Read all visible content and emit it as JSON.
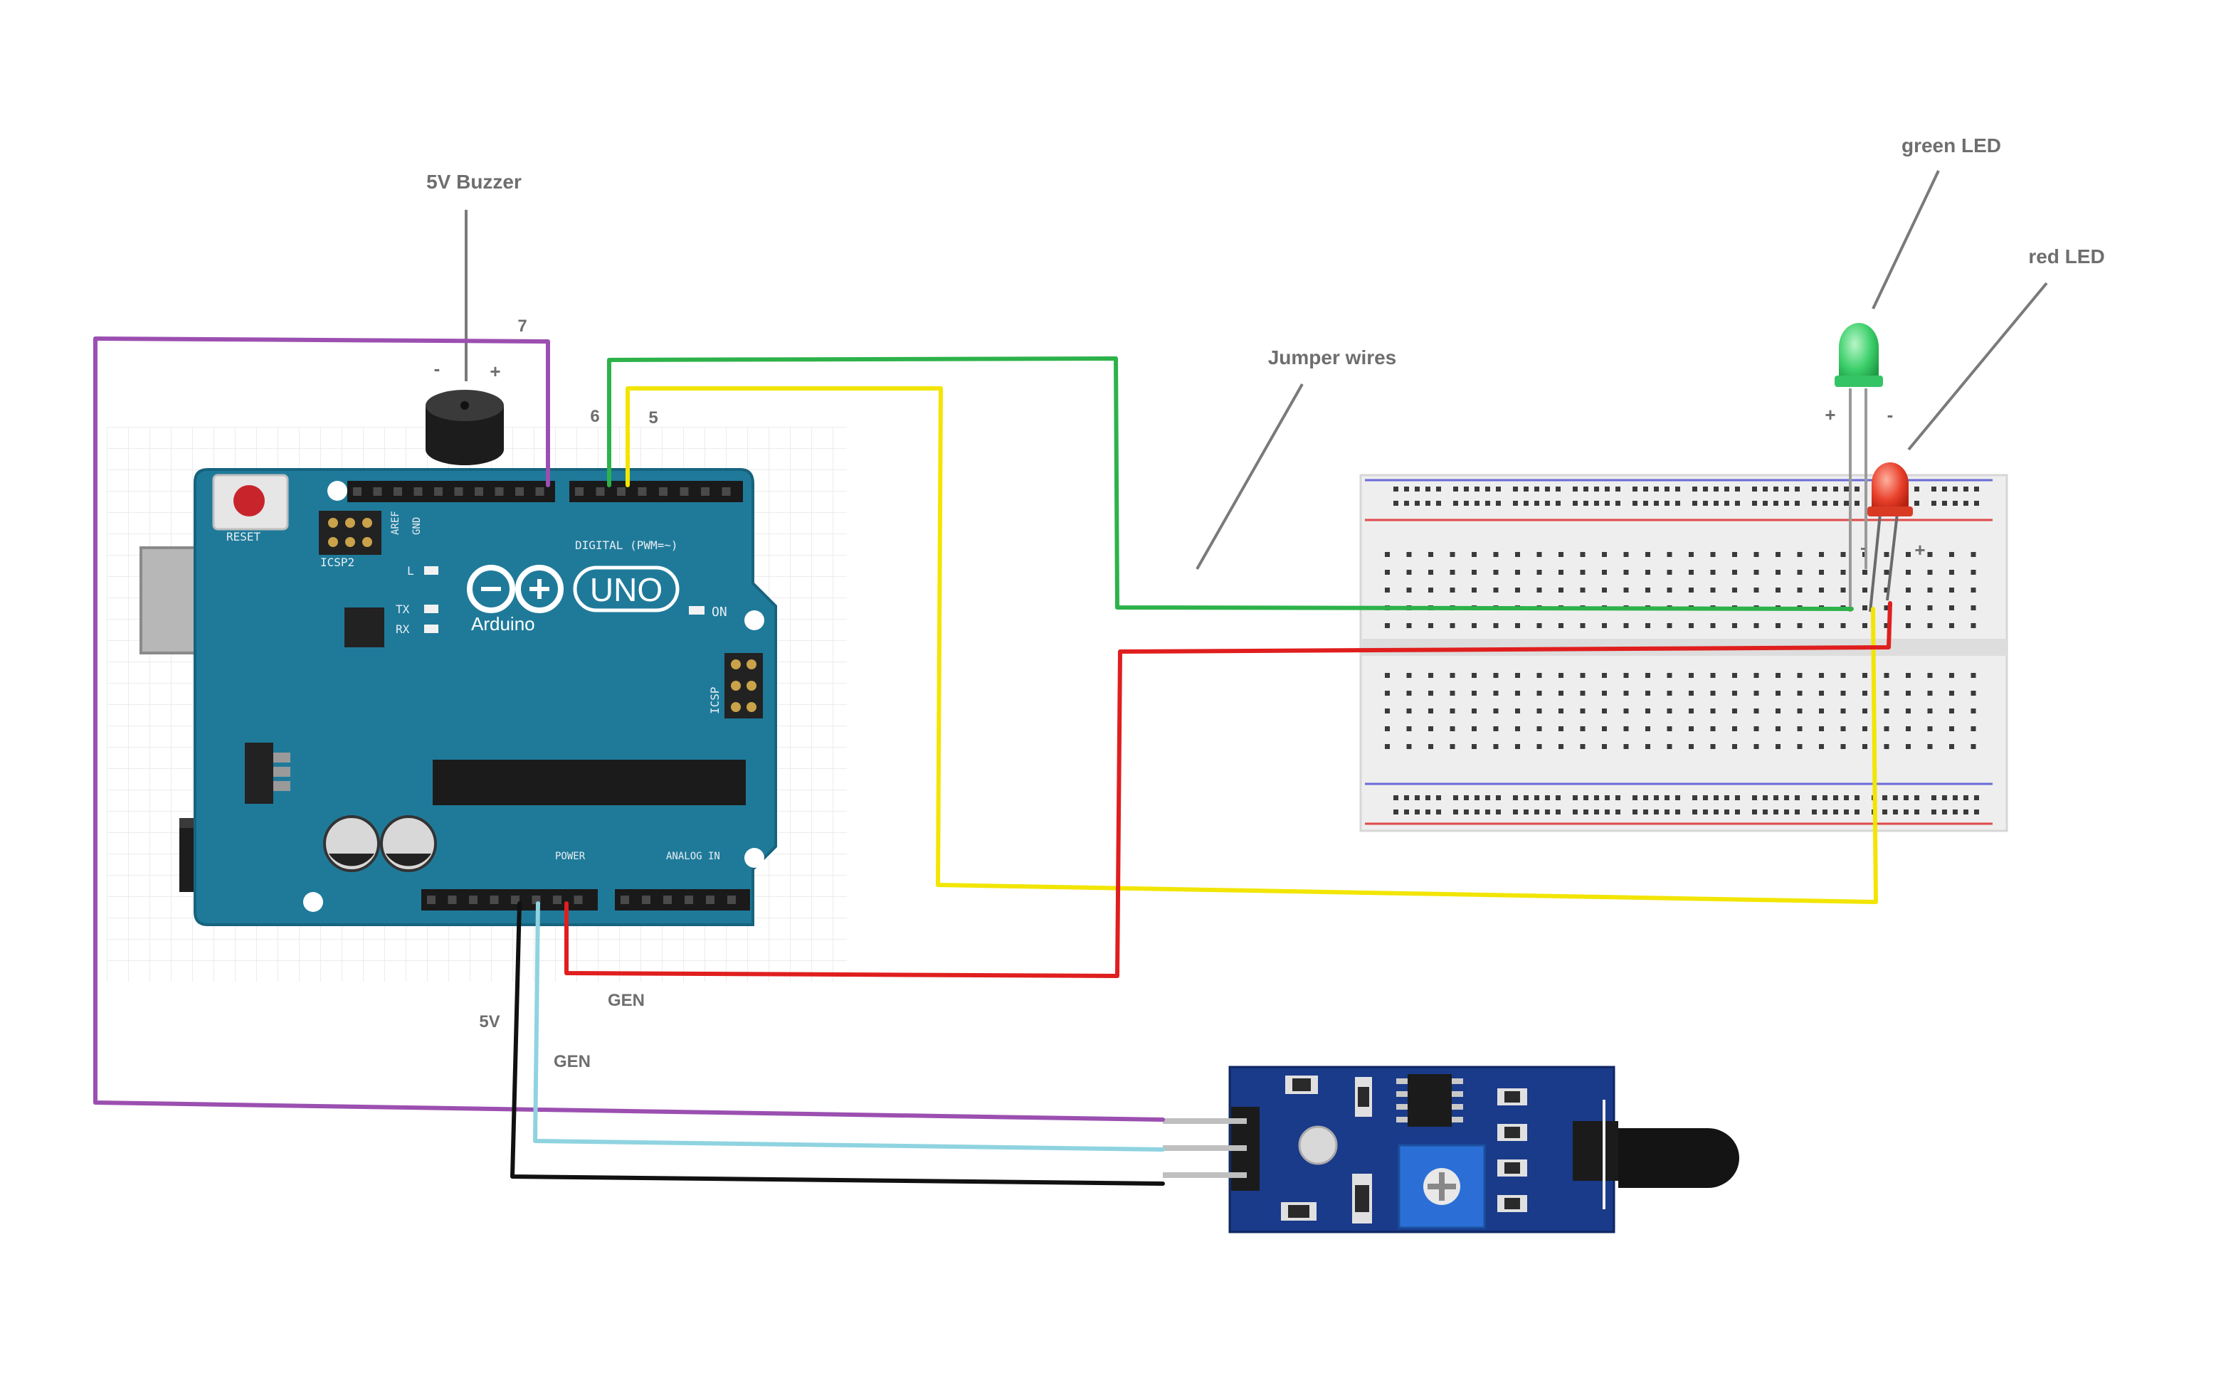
{
  "labels": {
    "buzzer": "5V Buzzer",
    "buzzer_minus": "-",
    "buzzer_plus": "+",
    "pin7": "7",
    "pin6": "6",
    "pin5": "5",
    "jumper_wires": "Jumper wires",
    "green_led": "green LED",
    "red_led": "red LED",
    "led_plus": "+",
    "led_minus": "-",
    "bb_minus": "-",
    "bb_plus": "+",
    "gen1": "GEN",
    "gen2": "GEN",
    "v5": "5V"
  },
  "arduino": {
    "reset": "RESET",
    "icsp2": "ICSP2",
    "aref": "AREF",
    "gnd": "GND",
    "digital": "DIGITAL (PWM=~)",
    "uno": "UNO",
    "brand": "Arduino",
    "l": "L",
    "tx": "TX",
    "rx": "RX",
    "on": "ON",
    "icsp": "ICSP",
    "power": "POWER",
    "analog_in": "ANALOG IN"
  },
  "colors": {
    "board": "#1f7a9a",
    "purple_wire": "#9b4fb0",
    "green_wire": "#2db24a",
    "yellow_wire": "#f2e500",
    "red_wire": "#e01e1e",
    "cyan_wire": "#8fd3e0",
    "black_wire": "#111111",
    "callout": "#7a7a7a"
  }
}
